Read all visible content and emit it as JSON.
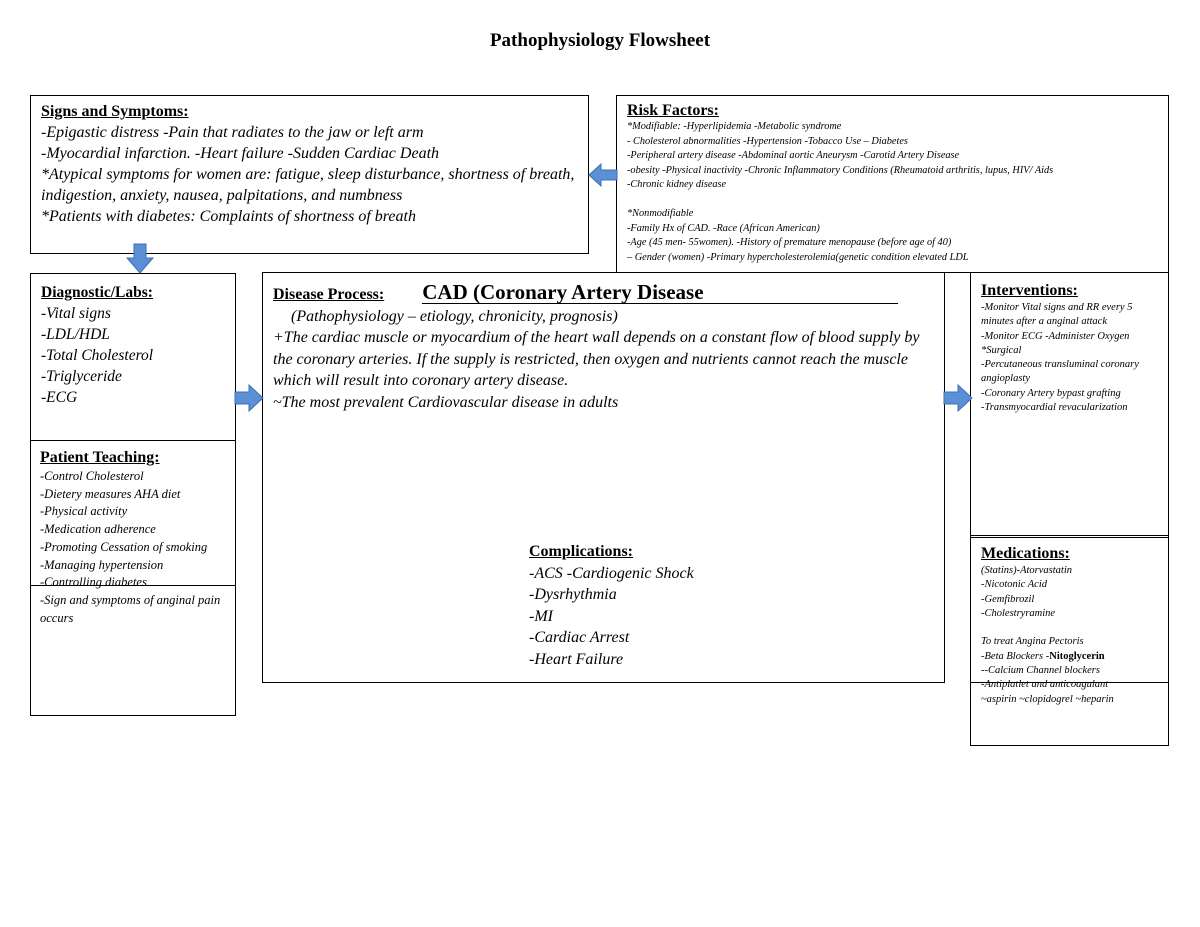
{
  "title": "Pathophysiology Flowsheet",
  "colors": {
    "arrow": "#5b8fd6",
    "arrow_stroke": "#3f6fb0",
    "border": "#000000"
  },
  "signs": {
    "heading": "Signs and Symptoms:",
    "lines": [
      "-Epigastic distress -Pain that radiates to the jaw or left arm",
      "-Myocardial infarction. -Heart failure -Sudden Cardiac Death",
      "*Atypical symptoms for women are: fatigue, sleep disturbance, shortness of breath, indigestion, anxiety, nausea, palpitations, and numbness",
      "*Patients with diabetes: Complaints of shortness of breath"
    ]
  },
  "risk": {
    "heading": "Risk Factors:",
    "lines": [
      "*Modifiable: -Hyperlipidemia -Metabolic syndrome",
      " - Cholesterol abnormalities  -Hypertension -Tobacco Use – Diabetes",
      "-Peripheral artery disease -Abdominal aortic Aneurysm -Carotid Artery Disease",
      "-obesity -Physical inactivity  -Chronic Inflammatory Conditions (Rheumatoid arthritis, lupus, HIV/ Aids",
      "-Chronic kidney disease",
      "",
      "*Nonmodifiable",
      "-Family Hx of CAD.   -Race (African American)",
      "-Age (45 men- 55women). -History of premature menopause (before age of 40)",
      " – Gender (women)  -Primary hypercholesterolemia(genetic condition elevated LDL"
    ]
  },
  "diagnostic": {
    "heading": "Diagnostic/Labs:",
    "lines": [
      "-Vital signs",
      "-LDL/HDL",
      "-Total Cholesterol",
      "-Triglyceride",
      "-ECG"
    ]
  },
  "teaching": {
    "heading": "Patient Teaching:",
    "lines": [
      "-Control Cholesterol",
      "-Dietery measures AHA diet",
      "-Physical activity",
      "-Medication adherence",
      "-Promoting Cessation of smoking",
      "-Managing hypertension",
      "-Controlling diabetes",
      "-Sign and symptoms of anginal pain occurs"
    ]
  },
  "disease": {
    "heading": "Disease Process:",
    "name": "CAD (Coronary Artery Disease",
    "subtitle": "(Pathophysiology – etiology, chronicity, prognosis)",
    "lines": [
      "+The cardiac muscle or myocardium of the heart wall depends on a constant flow of blood supply by the coronary arteries. If the supply is restricted, then oxygen and nutrients cannot reach the muscle which will result into coronary artery disease.",
      "~The most prevalent Cardiovascular disease in adults"
    ],
    "complications_heading": "Complications:",
    "complications": [
      "-ACS   -Cardiogenic Shock",
      "-Dysrhythmia",
      "-MI",
      "-Cardiac Arrest",
      "-Heart Failure"
    ]
  },
  "interventions": {
    "heading": "Interventions:",
    "lines": [
      "-Monitor Vital signs and RR every 5 minutes after a anginal attack",
      "-Monitor ECG  -Administer Oxygen",
      "*Surgical",
      "-Percutaneous transluminal coronary angioplasty",
      "-Coronary Artery bypast grafting",
      "-Transmyocardial revacularization"
    ]
  },
  "medications": {
    "heading": "Medications:",
    "lines": [
      "(Statins)-Atorvastatin",
      "-Nicotonic Acid",
      "-Gemfibrozil",
      "-Cholestryramine",
      "",
      "To treat Angina Pectoris"
    ],
    "beta_prefix": "-Beta Blockers -",
    "beta_bold": "Nitoglycerin",
    "lines2": [
      "--Calcium Channel blockers",
      "-Antiplatlet and anticoagulant",
      "~aspirin ~clopidogrel ~heparin"
    ]
  }
}
